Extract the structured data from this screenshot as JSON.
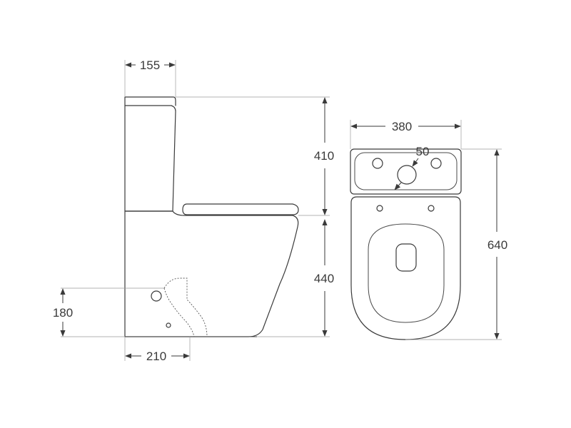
{
  "dimensions": {
    "tank_depth": "155",
    "tank_height": "410",
    "bowl_height": "440",
    "outlet_height": "180",
    "outlet_offset": "210",
    "tank_width": "380",
    "inlet_diameter": "50",
    "total_depth": "640"
  },
  "colors": {
    "line": "#3a3a3a",
    "extension": "#9a9a9a",
    "background": "#ffffff"
  }
}
